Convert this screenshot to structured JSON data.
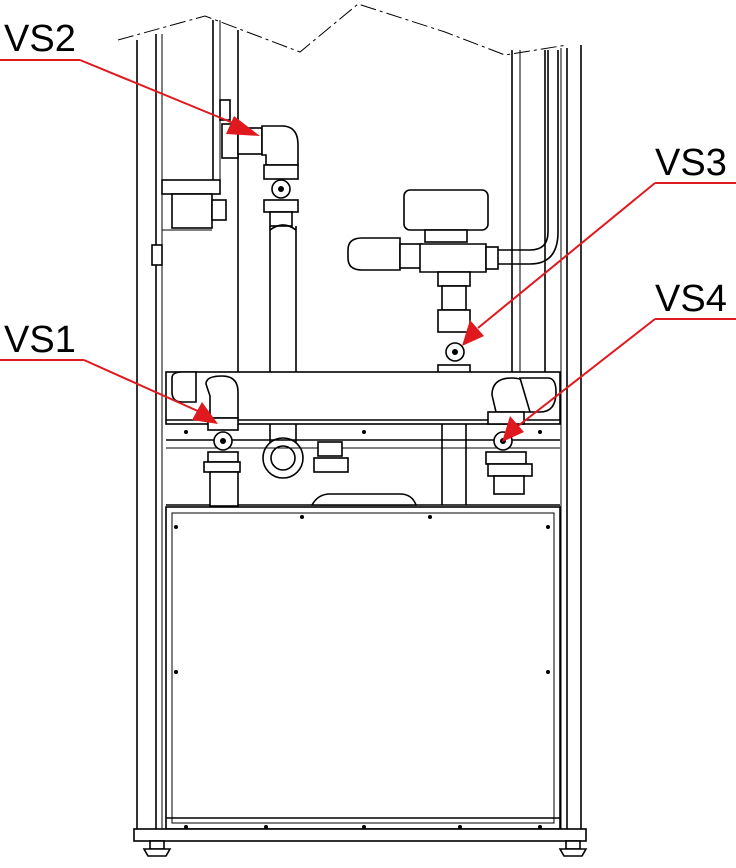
{
  "callouts": [
    {
      "id": "vs2",
      "label": "VS2",
      "color": "#e0191f"
    },
    {
      "id": "vs3",
      "label": "VS3",
      "color": "#e0191f"
    },
    {
      "id": "vs1",
      "label": "VS1",
      "color": "#e0191f"
    },
    {
      "id": "vs4",
      "label": "VS4",
      "color": "#e0191f"
    }
  ]
}
